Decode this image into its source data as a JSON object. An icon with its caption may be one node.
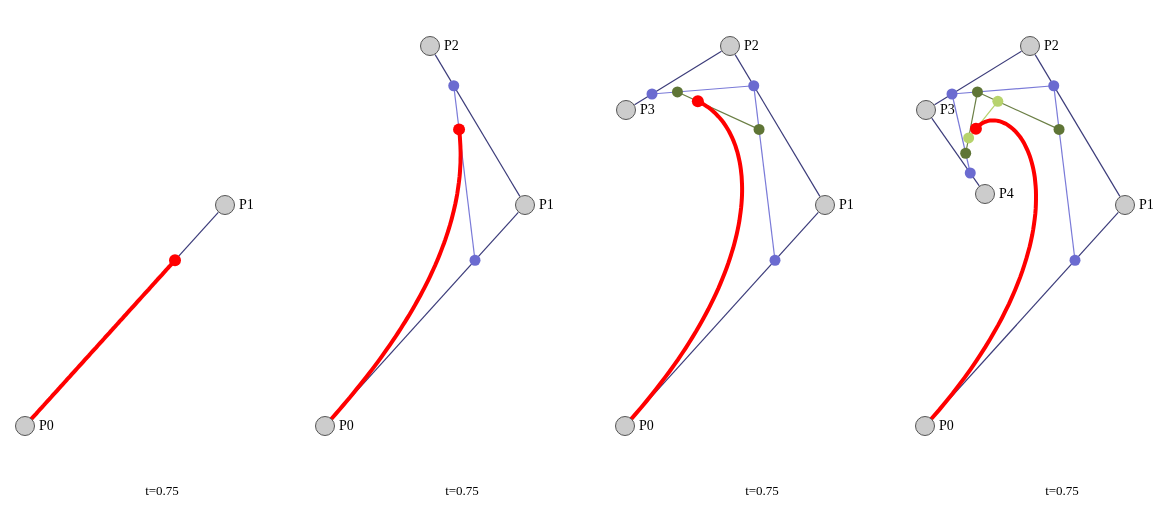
{
  "diagram": {
    "nodes": [
      {
        "text": [
          "P0"
        ]
      },
      {
        "text": [
          "P1"
        ]
      },
      {
        "text": [
          "P0"
        ]
      },
      {
        "text": [
          "P1"
        ]
      },
      {
        "text": [
          "P2"
        ]
      },
      {
        "text": [
          "P0"
        ]
      },
      {
        "text": [
          "P1"
        ]
      },
      {
        "text": [
          "P2"
        ]
      },
      {
        "text": [
          "P3"
        ]
      },
      {
        "text": [
          "P0"
        ]
      },
      {
        "text": [
          "P1"
        ]
      },
      {
        "text": [
          "P2"
        ]
      },
      {
        "text": [
          "P3"
        ]
      },
      {
        "text": [
          "P4"
        ]
      }
    ],
    "edges": [
      {
        "from": 0,
        "to": 1,
        "arrow": "none"
      },
      {
        "from": 2,
        "to": 3,
        "arrow": "none"
      },
      {
        "from": 3,
        "to": 4,
        "arrow": "none"
      },
      {
        "from": 5,
        "to": 6,
        "arrow": "none"
      },
      {
        "from": 6,
        "to": 7,
        "arrow": "none"
      },
      {
        "from": 7,
        "to": 8,
        "arrow": "none"
      },
      {
        "from": 9,
        "to": 10,
        "arrow": "none"
      },
      {
        "from": 10,
        "to": 11,
        "arrow": "none"
      },
      {
        "from": 11,
        "to": 12,
        "arrow": "none"
      },
      {
        "from": 12,
        "to": 13,
        "arrow": "none"
      }
    ],
    "labels": [
      "t=0.75",
      "t=0.75",
      "t=0.75",
      "t=0.75"
    ]
  }
}
